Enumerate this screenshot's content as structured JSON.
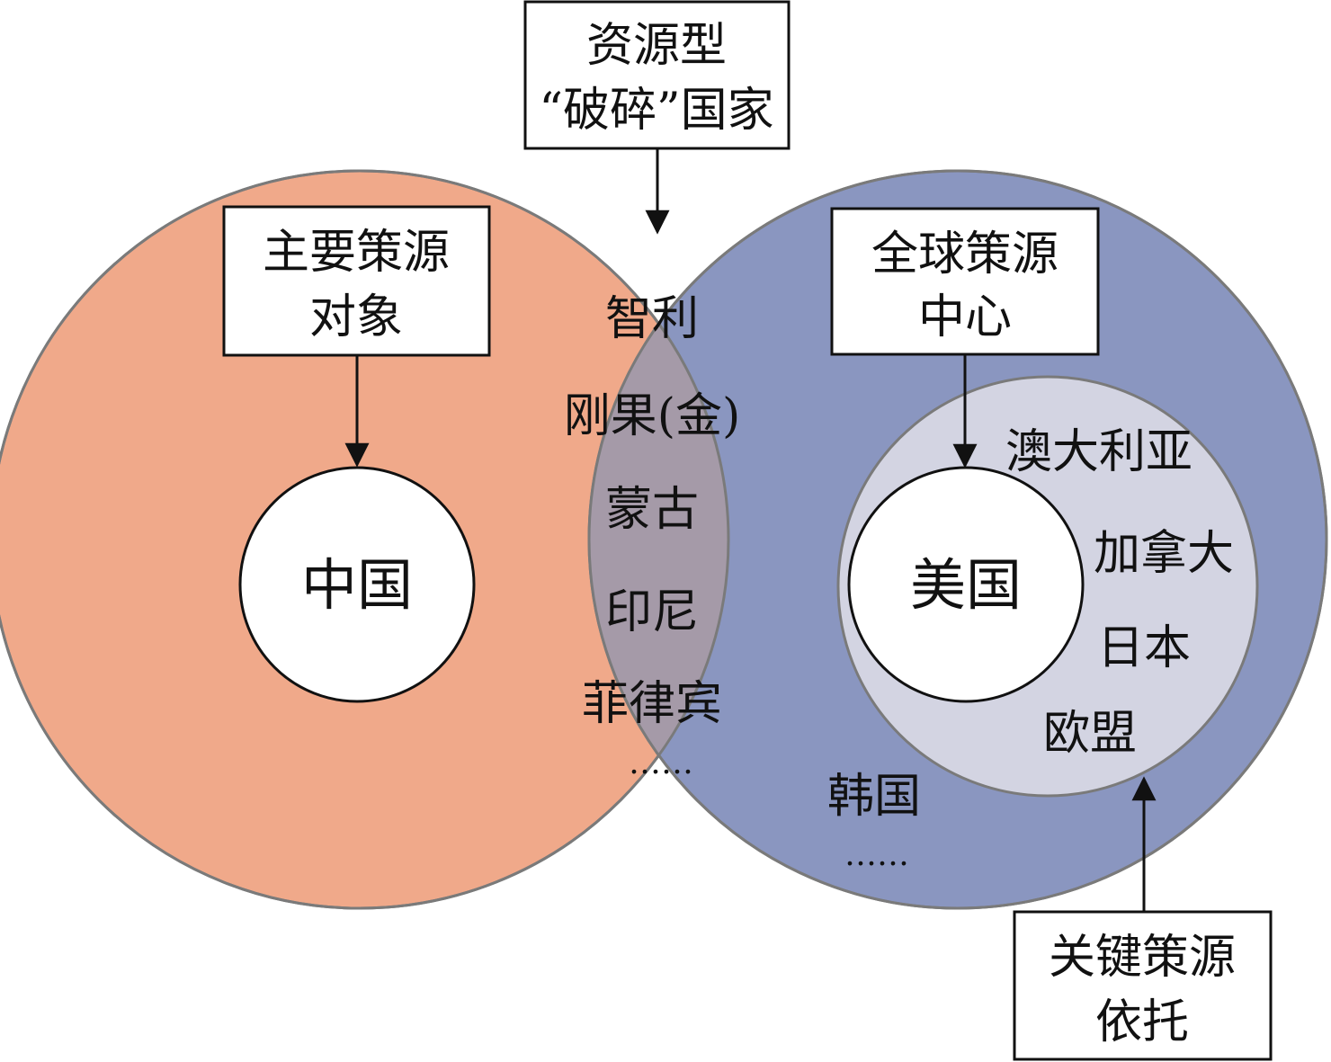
{
  "colors": {
    "left_circle": "#f0a98a",
    "right_circle": "#8a96c0",
    "inner_circle": "#d3d4e2",
    "overlap": "#a59aa8",
    "stroke": "#7a7a7a",
    "box_border": "#111111",
    "arrow": "#111111"
  },
  "callouts": {
    "top": {
      "line1": "资源型",
      "line2": "“破碎”国家"
    },
    "left": {
      "line1": "主要策源",
      "line2": "对象"
    },
    "right": {
      "line1": "全球策源",
      "line2": "中心"
    },
    "bottom": {
      "line1": "关键策源",
      "line2": "依托"
    }
  },
  "center_labels": {
    "left": "中国",
    "right": "美国"
  },
  "overlap_countries": [
    "智利",
    "刚果(金)",
    "蒙古",
    "印尼",
    "菲律宾",
    "……"
  ],
  "inner_ring_countries": [
    "澳大利亚",
    "加拿大",
    "日本",
    "欧盟"
  ],
  "outer_ring_countries": [
    "韩国",
    "……"
  ]
}
